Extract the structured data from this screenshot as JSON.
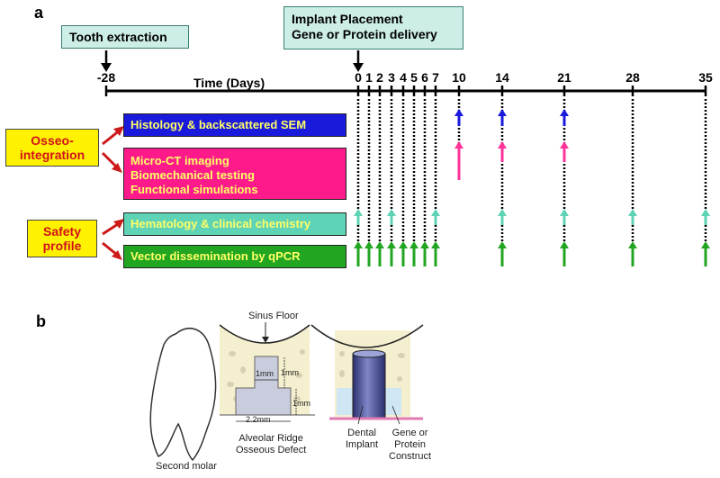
{
  "panel_a": {
    "label": "a",
    "tooth_extraction": "Tooth extraction",
    "implant_line1": "Implant Placement",
    "implant_line2": "Gene or Protein delivery",
    "axis_title": "Time (Days)",
    "start_tick": "-28",
    "ticks": [
      "0",
      "1",
      "2",
      "3",
      "4",
      "5",
      "6",
      "7",
      "10",
      "14",
      "21",
      "28",
      "35"
    ],
    "osseo_label_line1": "Osseo-",
    "osseo_label_line2": "integration",
    "safety_label_line1": "Safety",
    "safety_label_line2": "profile",
    "assays": {
      "histology": "Histology & backscattered SEM",
      "microct_line1": "Micro-CT imaging",
      "microct_line2": "Biomechanical testing",
      "microct_line3": "Functional simulations",
      "hematology": "Hematology & clinical chemistry",
      "vector": "Vector dissemination by qPCR"
    },
    "colors": {
      "histology_bg": "#1a1adc",
      "histology_text": "#ffff66",
      "microct_bg": "#ff1a8c",
      "microct_text": "#ffff66",
      "hematology_bg": "#5fd3b5",
      "hematology_text": "#ffff66",
      "vector_bg": "#22a622",
      "vector_text": "#ffff66",
      "blue_arrow": "#1a1adc",
      "pink_arrow": "#ff3399",
      "teal_arrow": "#5fd3b5",
      "green_arrow": "#22a622",
      "red_arrow": "#cc1a1a"
    },
    "sampling_days": {
      "histology": [
        "10",
        "14",
        "21"
      ],
      "microct": [
        "10",
        "14",
        "21"
      ],
      "hematology": [
        "0",
        "3",
        "7",
        "14",
        "21",
        "28",
        "35"
      ],
      "vector": [
        "0",
        "1",
        "2",
        "3",
        "4",
        "5",
        "6",
        "7",
        "14",
        "21",
        "28",
        "35"
      ]
    }
  },
  "panel_b": {
    "label": "b",
    "sinus_floor": "Sinus Floor",
    "dim_1mm_width": "1mm",
    "dim_1mm_height_top": "1mm",
    "dim_1mm_height_bottom": "1mm",
    "dim_2_2mm": "2.2mm",
    "alveolar_line1": "Alveolar Ridge",
    "alveolar_line2": "Osseous Defect",
    "second_molar": "Second molar",
    "dental_implant_line1": "Dental",
    "dental_implant_line2": "Implant",
    "gene_line1": "Gene or",
    "gene_line2": "Protein",
    "gene_line3": "Construct"
  }
}
